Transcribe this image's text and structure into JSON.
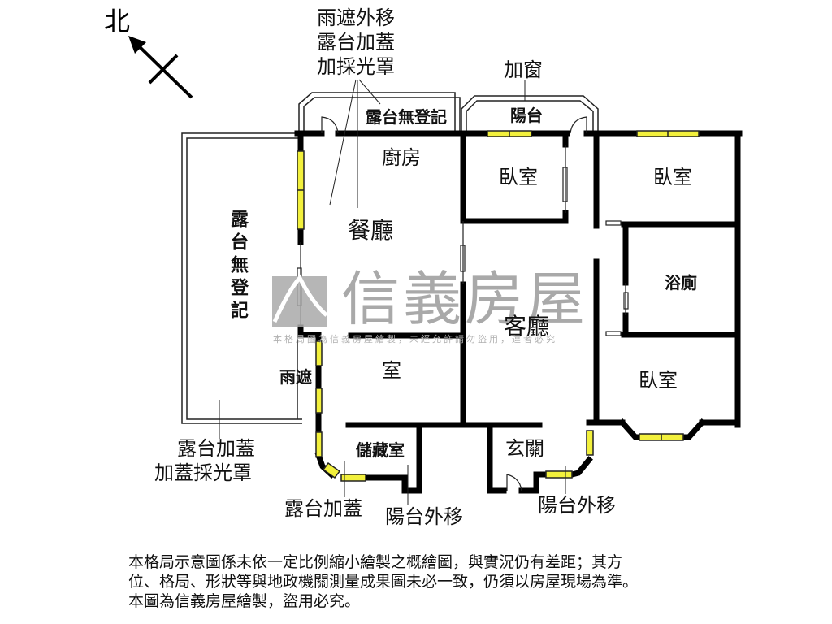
{
  "compass": {
    "north_label": "北"
  },
  "watermark": {
    "brand": "信義房屋",
    "notice": "本格局圖為信義房屋繪製，未經允許請勿盜用，違者必究",
    "color": "#a9a9a9"
  },
  "rooms": {
    "kitchen": "廚房",
    "dining": "餐廳",
    "bedroom_1": "臥室",
    "bedroom_2": "臥室",
    "bathroom": "浴廁",
    "living": "客廳",
    "bedroom_3": "臥室",
    "room": "室",
    "storage": "儲藏室",
    "entrance": "玄關",
    "balcony": "陽台",
    "rain_shelter": "雨遮"
  },
  "annotations": {
    "top_note": [
      "雨遮外移",
      "露台加蓋",
      "加採光罩"
    ],
    "add_window": "加窗",
    "terrace_unregistered_top": "露台無登記",
    "terrace_unregistered_left": "露台無登記",
    "terrace_cover_left": [
      "露台加蓋",
      "加蓋採光罩"
    ],
    "terrace_cover_bottom": "露台加蓋",
    "balcony_moved_1": "陽台外移",
    "balcony_moved_2": "陽台外移"
  },
  "colors": {
    "wall": "#000000",
    "window_fill": "#f2f03c",
    "window_stroke": "#222222"
  },
  "disclaimer": [
    "本格局示意圖係未依一定比例縮小繪製之概繪圖，與實況仍有差距；其方",
    "位、格局、形狀等與地政機關測量成果圖未必一致，仍須以房屋現場為準。",
    "本圖為信義房屋繪製，盜用必究。"
  ]
}
